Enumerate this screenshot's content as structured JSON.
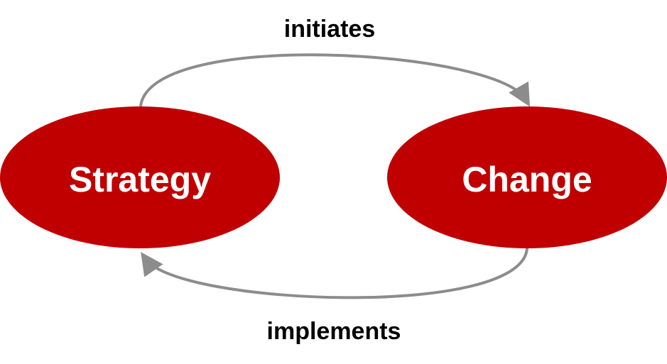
{
  "nodes": [
    {
      "label": "Strategy"
    },
    {
      "label": "Change"
    }
  ],
  "edges": [
    {
      "from": "Strategy",
      "to": "Change",
      "label": "initiates"
    },
    {
      "from": "Change",
      "to": "Strategy",
      "label": "implements"
    }
  ],
  "colors": {
    "node": "#c00000",
    "arrow": "#8c8c8c"
  }
}
